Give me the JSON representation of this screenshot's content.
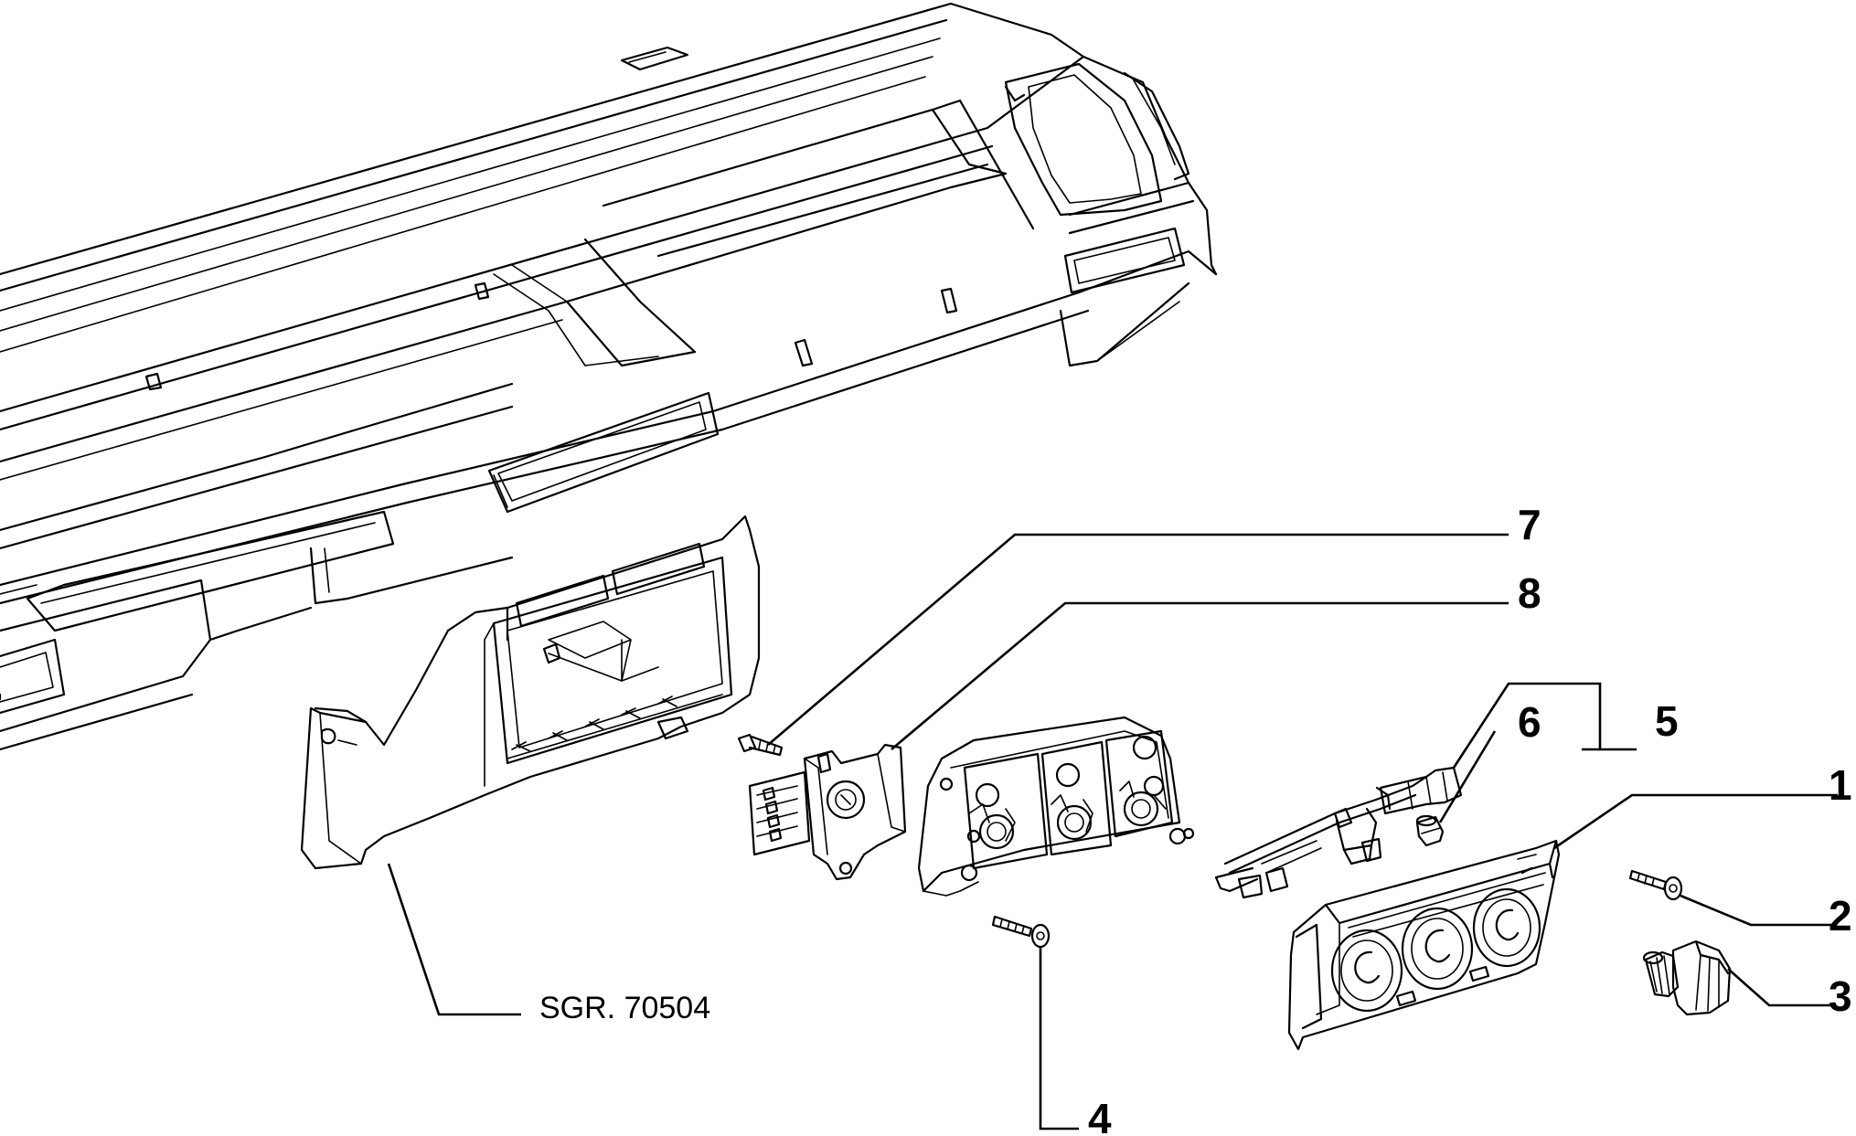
{
  "callouts": {
    "c1": "1",
    "c2": "2",
    "c3": "3",
    "c4": "4",
    "c5": "5",
    "c6": "6",
    "c7": "7",
    "c8": "8"
  },
  "reference": "SGR. 70504"
}
